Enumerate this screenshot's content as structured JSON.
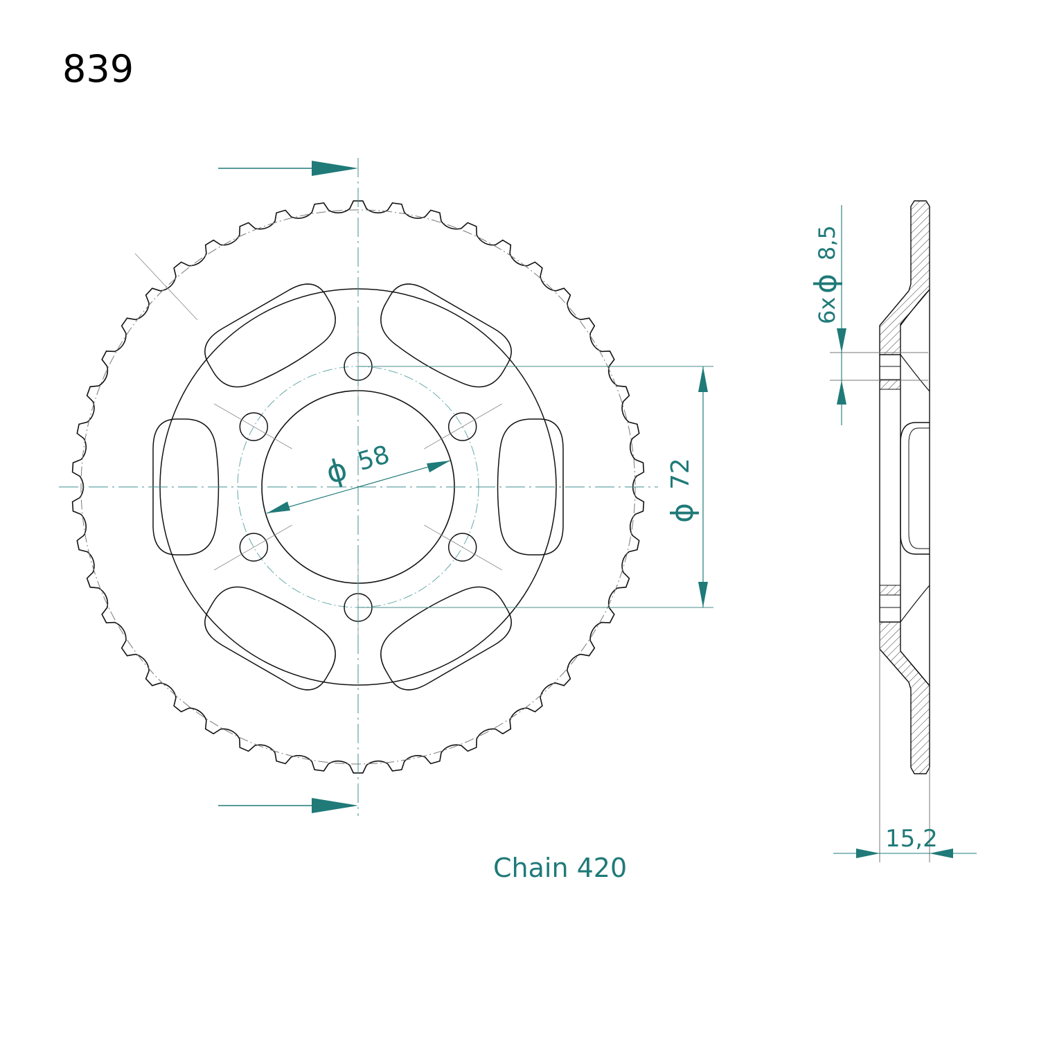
{
  "part_number": "839",
  "dimensions": {
    "bore_diameter": {
      "symbol": "ϕ",
      "value": "58"
    },
    "bolt_circle_diameter": {
      "symbol": "ϕ",
      "value": "72"
    },
    "bolt_holes": {
      "count_prefix": "6x",
      "symbol": "ϕ",
      "value": "8,5"
    },
    "thickness": {
      "value": "15,2"
    }
  },
  "chain_label": "Chain 420",
  "teeth_count": 46,
  "bolt_hole_count": 6,
  "cutout_count": 6,
  "colors": {
    "dimension": "#1f7a78",
    "line": "#111111",
    "center_line": "#3f8f8d"
  }
}
